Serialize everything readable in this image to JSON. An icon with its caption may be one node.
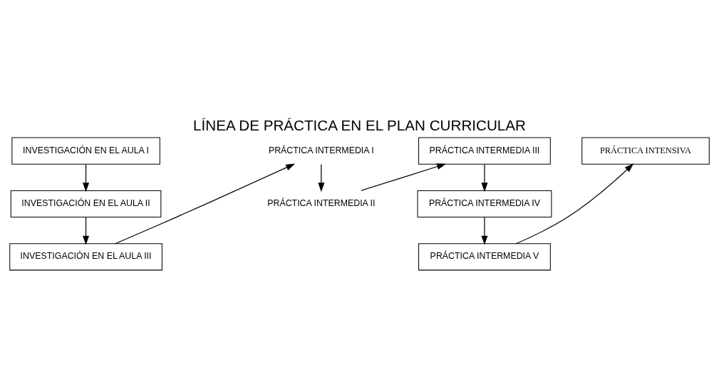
{
  "diagram": {
    "title": "LÍNEA DE PRÁCTICA EN EL PLAN CURRICULAR",
    "nodes": [
      {
        "text": [
          "INVESTIGACIÓN EN EL AULA I"
        ]
      },
      {
        "text": [
          "INVESTIGACIÓN EN EL AULA II"
        ]
      },
      {
        "text": [
          "INVESTIGACIÓN EN EL AULA III"
        ]
      },
      {
        "text": [
          "PRÁCTICA INTERMEDIA I"
        ]
      },
      {
        "text": [
          "PRÁCTICA INTERMEDIA II"
        ]
      },
      {
        "text": [
          "PRÁCTICA INTERMEDIA III"
        ]
      },
      {
        "text": [
          "PRÁCTICA INTERMEDIA IV"
        ]
      },
      {
        "text": [
          "PRÁCTICA INTERMEDIA V"
        ]
      },
      {
        "text": [
          "PRÁCTICA INTENSIVA"
        ]
      }
    ],
    "edges": [
      {
        "from": 0,
        "to": 1,
        "arrow": "to"
      },
      {
        "from": 1,
        "to": 2,
        "arrow": "to"
      },
      {
        "from": 2,
        "to": 3,
        "arrow": "to"
      },
      {
        "from": 3,
        "to": 4,
        "arrow": "to"
      },
      {
        "from": 4,
        "to": 5,
        "arrow": "to"
      },
      {
        "from": 5,
        "to": 6,
        "arrow": "to"
      },
      {
        "from": 6,
        "to": 7,
        "arrow": "to"
      },
      {
        "from": 7,
        "to": 8,
        "arrow": "to"
      }
    ]
  }
}
